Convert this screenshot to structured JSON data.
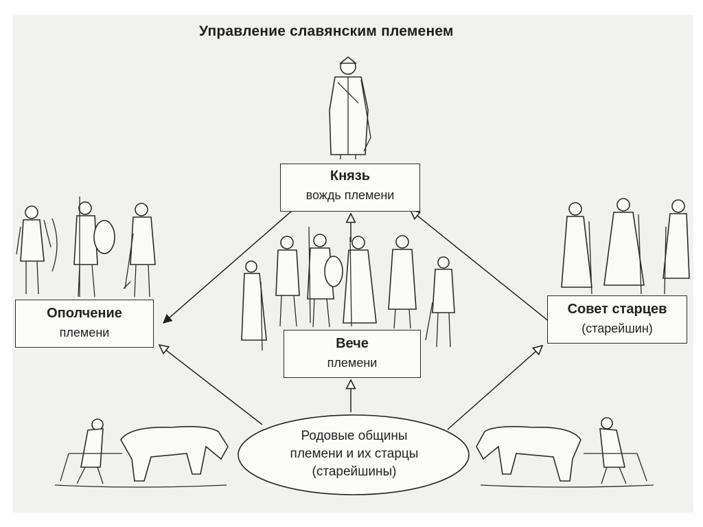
{
  "title": "Управление славянским племенем",
  "nodes": {
    "prince": {
      "line1": "Князь",
      "line2": "вождь племени"
    },
    "militia": {
      "line1": "Ополчение",
      "line2": "племени"
    },
    "council": {
      "line1": "Совет старцев",
      "line2": "(старейшин)"
    },
    "veche": {
      "line1": "Вече",
      "line2": "племени"
    },
    "communities": {
      "line1": "Родовые общины",
      "line2": "племени и их старцы",
      "line3": "(старейшины)"
    }
  },
  "edges": [
    {
      "from": "prince",
      "to": "militia"
    },
    {
      "from": "council",
      "to": "prince"
    },
    {
      "from": "veche",
      "to": "prince"
    },
    {
      "from": "communities",
      "to": "militia"
    },
    {
      "from": "communities",
      "to": "veche"
    },
    {
      "from": "communities",
      "to": "council"
    }
  ]
}
